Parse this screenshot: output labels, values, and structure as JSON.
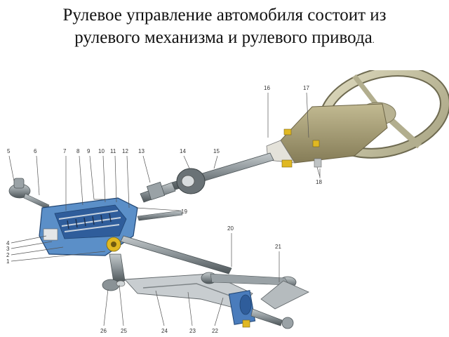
{
  "title": {
    "line1": "Рулевое управление автомобиля состоит из",
    "line2": "рулевого механизма и рулевого привода",
    "dot": "."
  },
  "labels": {
    "l1": "1",
    "l2": "2",
    "l3": "3",
    "l4": "4",
    "l5": "5",
    "l6": "6",
    "l7": "7",
    "l8": "8",
    "l9": "9",
    "l10": "10",
    "l11": "11",
    "l12": "12",
    "l13": "13",
    "l14": "14",
    "l15": "15",
    "l16": "16",
    "l17": "17",
    "l18": "18",
    "l19": "19",
    "l20": "20",
    "l21": "21",
    "l22": "22",
    "l23": "23",
    "l24": "24",
    "l25": "25",
    "l26": "26"
  },
  "colors": {
    "metal": "#8a9296",
    "metal_dark": "#4d5558",
    "housing_blue": "#3f6fb0",
    "column_khaki": "#a59c72",
    "wheel_beige": "#c8c4a4",
    "bolt_yellow": "#e0b822"
  }
}
